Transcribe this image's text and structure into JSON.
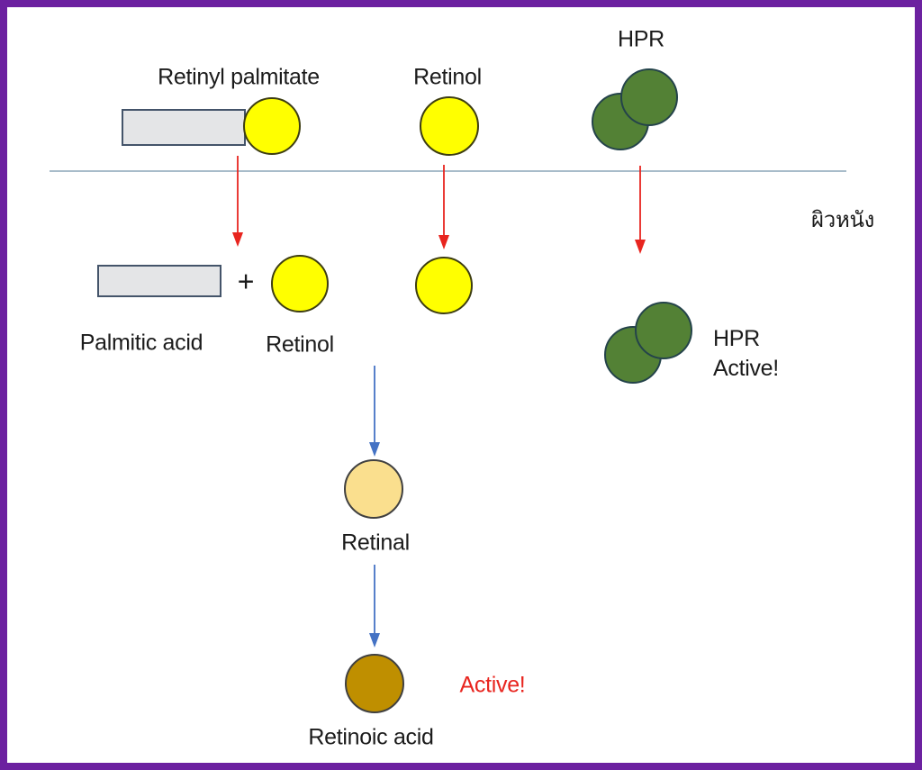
{
  "labels": {
    "retinyl_palmitate": "Retinyl palmitate",
    "retinol_top": "Retinol",
    "hpr_top": "HPR",
    "skin_thai": "ผิวหนัง",
    "palmitic_acid": "Palmitic acid",
    "plus": "+",
    "retinol_released": "Retinol",
    "hpr_active_line1": "HPR",
    "hpr_active_line2": "Active!",
    "retinal": "Retinal",
    "active": "Active!",
    "retinoic_acid": "Retinoic acid"
  },
  "colors": {
    "frame_border": "#6C21A0",
    "yellow_fill": "#FFFF00",
    "green_fill": "#538135",
    "retinal_fill": "#FADF8E",
    "retinoic_fill": "#BF8F00",
    "rect_fill": "#E4E5E7",
    "rect_border": "#44546A",
    "membrane_line": "#8CA5B8",
    "red_arrow": "#E8251F",
    "blue_arrow": "#4472C4",
    "text": "#1B1B1B"
  }
}
